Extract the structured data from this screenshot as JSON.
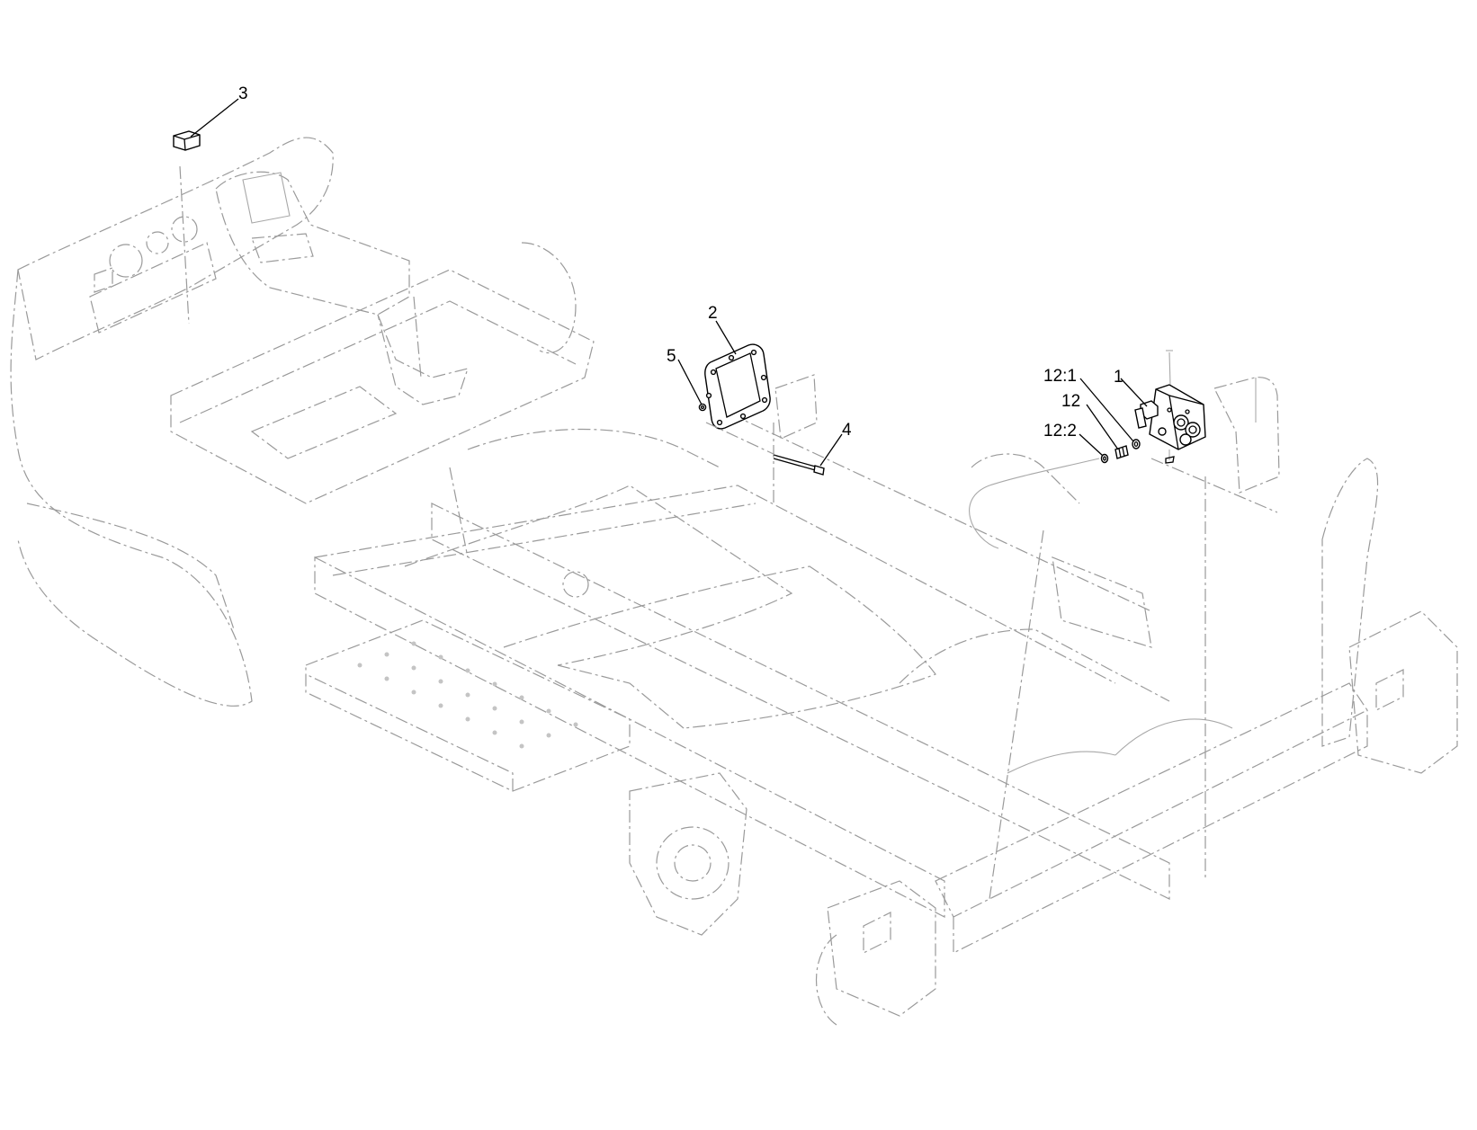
{
  "callouts": [
    {
      "id": "1",
      "label": "1"
    },
    {
      "id": "2",
      "label": "2"
    },
    {
      "id": "3",
      "label": "3"
    },
    {
      "id": "4",
      "label": "4"
    },
    {
      "id": "5",
      "label": "5"
    },
    {
      "id": "12",
      "label": "12"
    },
    {
      "id": "12_1",
      "label": "12:1"
    },
    {
      "id": "12_2",
      "label": "12:2"
    }
  ],
  "colors": {
    "part_outline": "#000000",
    "phantom_outline": "#9a9a9a",
    "background": "#ffffff"
  }
}
